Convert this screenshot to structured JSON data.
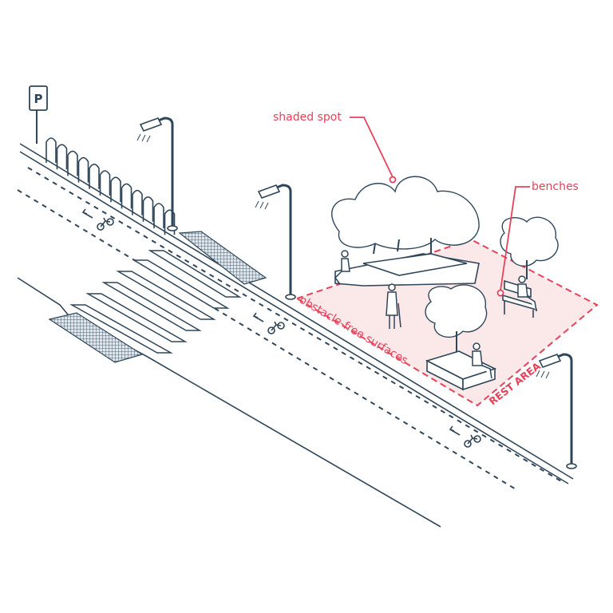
{
  "annotations": {
    "shaded_spot": "shaded spot",
    "benches": "benches",
    "obstacle_free": "obstacle-free surfaces",
    "rest_area": "REST AREA"
  },
  "signs": {
    "parking": "P"
  },
  "colors": {
    "ink": "#2f4659",
    "accent": "#e8425a",
    "rest_area_fill": "#fbe9ea",
    "paving_fill": "#dfe5ea",
    "background": "#ffffff"
  },
  "icons": [
    "parking-sign-icon",
    "bike-rack-icon",
    "street-lamp-icon",
    "bicycle-icon",
    "arrow-left-icon",
    "tree-icon",
    "bench-icon",
    "person-icon",
    "tactile-paving-icon",
    "crosswalk-icon"
  ]
}
